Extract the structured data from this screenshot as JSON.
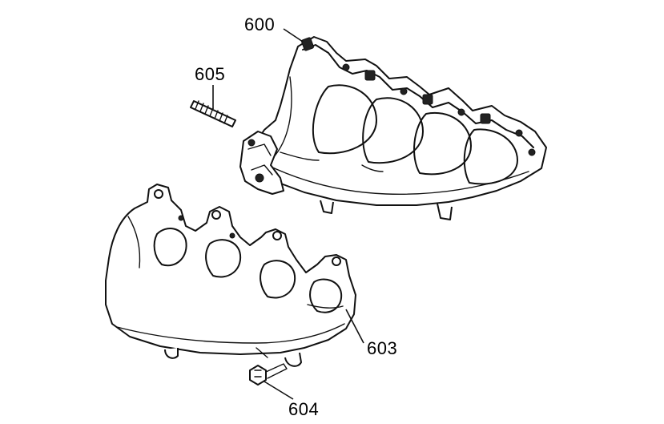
{
  "callouts": {
    "upper_manifold": "600",
    "stud": "605",
    "lower_manifold": "603",
    "bolt": "604"
  },
  "colors": {
    "line": "#111111",
    "background": "#ffffff"
  }
}
